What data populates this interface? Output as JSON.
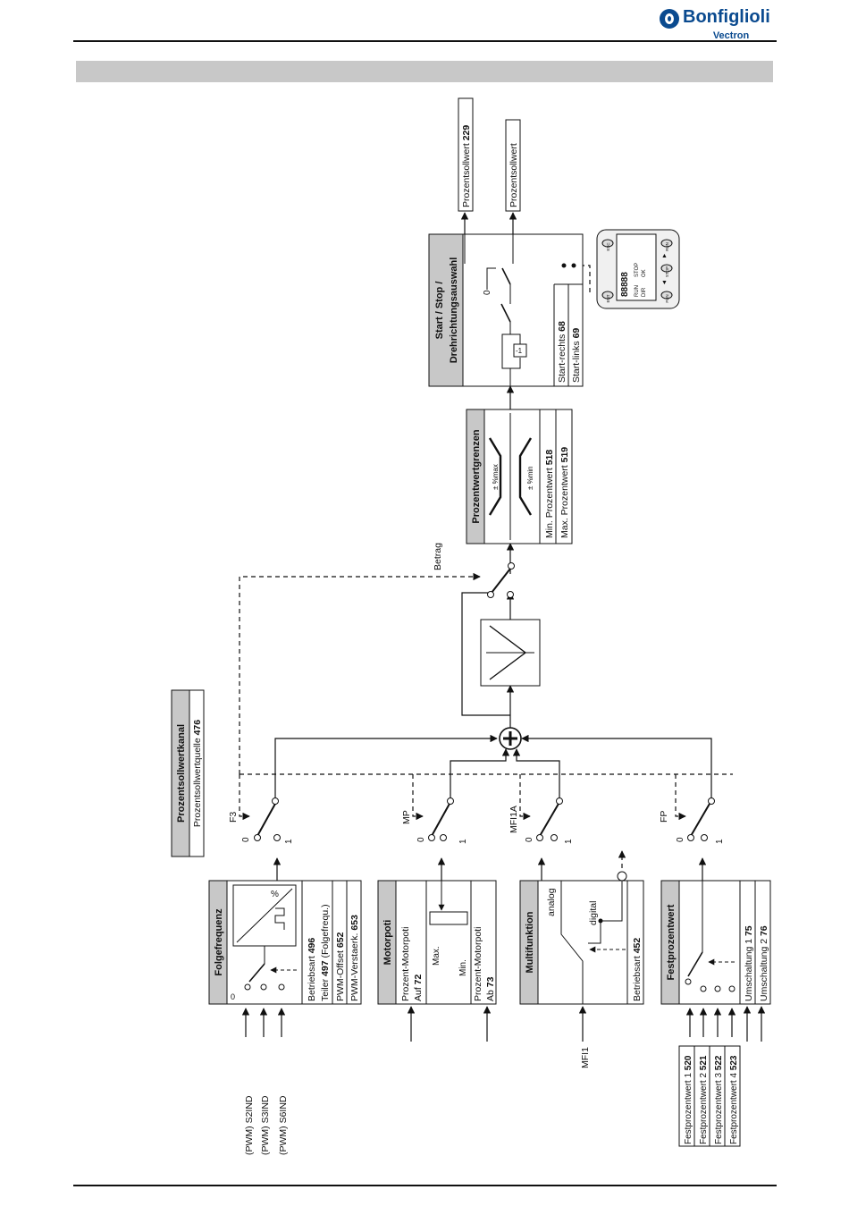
{
  "header": {
    "brand": "Bonfiglioli",
    "brand_sub": "Vectron"
  },
  "blocks": {
    "kanal": {
      "title": "Prozentsollwertkanal",
      "param": "Prozentsollwertquelle",
      "param_nr": "476"
    },
    "folgefrequenz": {
      "title": "Folgefrequenz",
      "percent": "%",
      "switch_zero": "0",
      "inputs": [
        "(PWM) S2IND",
        "(PWM) S3IND",
        "(PWM) S6IND"
      ],
      "params": [
        {
          "label": "Betriebsart ",
          "nr": "496",
          "suffix": ""
        },
        {
          "label": "Teiler ",
          "nr": "497",
          "suffix": " (Folgefrequ.)"
        },
        {
          "label": "PWM-Offset ",
          "nr": "652",
          "suffix": ""
        },
        {
          "label": "PWM-Verstaerk. ",
          "nr": "653",
          "suffix": ""
        }
      ]
    },
    "motorpoti": {
      "title": "Motorpoti",
      "auf_1": "Prozent-Motorpoti",
      "auf_2": "Auf ",
      "auf_nr": "72",
      "max": "Max.",
      "min": "Min.",
      "ab_1": "Prozent-Motorpoti",
      "ab_2": "Ab ",
      "ab_nr": "73"
    },
    "multifunktion": {
      "title": "Multifunktion",
      "analog": "analog",
      "digital": "digital",
      "input": "MFI1",
      "param": "Betriebsart ",
      "param_nr": "452"
    },
    "festprozent": {
      "title": "Festprozentwert",
      "values": [
        {
          "label": "Festprozentwert 1 ",
          "nr": "520"
        },
        {
          "label": "Festprozentwert 2 ",
          "nr": "521"
        },
        {
          "label": "Festprozentwert 3 ",
          "nr": "522"
        },
        {
          "label": "Festprozentwert 4 ",
          "nr": "523"
        }
      ],
      "umschaltung": [
        {
          "label": "Umschaltung 1 ",
          "nr": "75"
        },
        {
          "label": "Umschaltung 2 ",
          "nr": "76"
        }
      ]
    },
    "grenzen": {
      "title": "Prozentwertgrenzen",
      "pmax": "± %max",
      "pmin": "± %min",
      "params": [
        {
          "label": "Min. Prozentwert ",
          "nr": "518"
        },
        {
          "label": "Max. Prozentwert ",
          "nr": "519"
        }
      ]
    },
    "startstop": {
      "title_1": "Start / Stop /",
      "title_2": "Drehrichtungsauswahl",
      "neg": "-1",
      "zero": "0",
      "params": [
        {
          "label": "Start-rechts ",
          "nr": "68"
        },
        {
          "label": "Start-links ",
          "nr": "69"
        }
      ]
    }
  },
  "switches": {
    "labels": [
      "F3",
      "MP",
      "MFI1A",
      "FP"
    ],
    "zero": "0",
    "one": "1",
    "betrag": "Betrag"
  },
  "outputs": {
    "out1_label": "Prozentsollwert ",
    "out1_nr": "229",
    "out2_label": "Prozentsollwert"
  },
  "keypad": {
    "keys": [
      "ESC",
      "ENT",
      "RUN",
      "STOP",
      "FUN",
      "▲",
      "▼"
    ],
    "display": "88888",
    "leds": [
      "RUN",
      "STOP",
      "DIR",
      "OK"
    ]
  }
}
